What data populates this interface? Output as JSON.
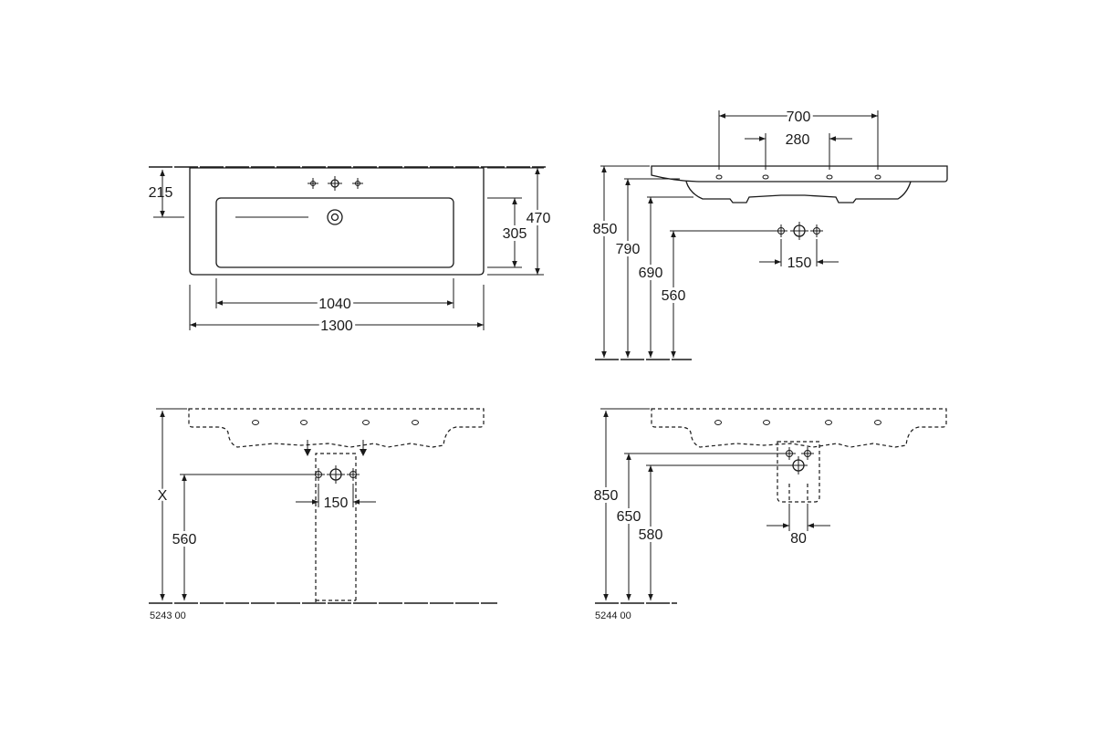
{
  "top_view": {
    "dim_215": "215",
    "dim_470": "470",
    "dim_305": "305",
    "dim_1040": "1040",
    "dim_1300": "1300"
  },
  "side_view": {
    "dim_700": "700",
    "dim_280": "280",
    "dim_850": "850",
    "dim_790": "790",
    "dim_690": "690",
    "dim_560": "560",
    "dim_150": "150"
  },
  "front_view_left": {
    "dim_x": "X",
    "dim_560": "560",
    "dim_150": "150",
    "code": "5243 00"
  },
  "front_view_right": {
    "dim_850": "850",
    "dim_650": "650",
    "dim_580": "580",
    "dim_80": "80",
    "code": "5244 00"
  },
  "colors": {
    "line": "#1a1a1a",
    "background": "#ffffff"
  }
}
